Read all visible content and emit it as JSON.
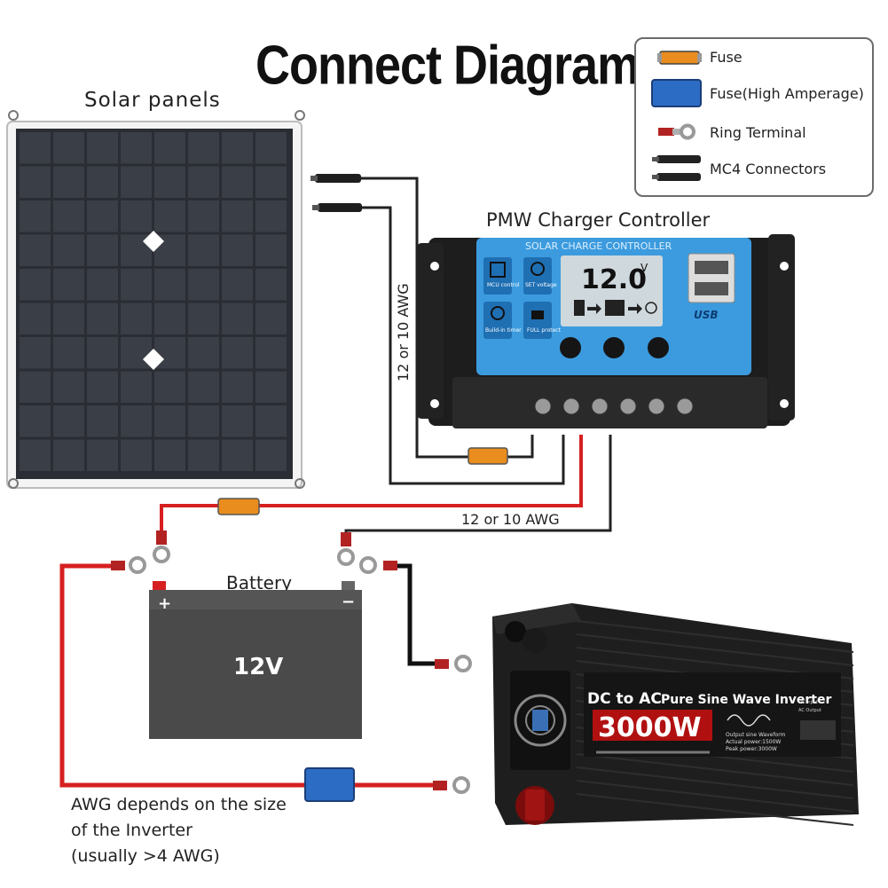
{
  "title": "Connect Diagram",
  "legend": {
    "fuse": "Fuse",
    "fuse_high": "Fuse(High Amperage)",
    "ring_terminal": "Ring Terminal",
    "mc4": "MC4 Connectors"
  },
  "labels": {
    "solar_panels": "Solar panels",
    "controller": "PMW Charger Controller",
    "wire_gauge_vertical": "12 or 10 AWG",
    "wire_gauge_horizontal": "12 or 10 AWG",
    "battery": "Battery"
  },
  "controller": {
    "header": "SOLAR CHARGE CONTROLLER",
    "display": "12.0",
    "display_unit": "V",
    "mcu": "MCU control",
    "set": "SET voltage",
    "timer": "Build-in timer",
    "full": "FULL protect",
    "usb": "USB"
  },
  "battery": {
    "voltage": "12V",
    "plus": "+",
    "minus": "−"
  },
  "inverter": {
    "line1": "DC to AC",
    "line1b": "Pure Sine Wave Inverter",
    "power": "3000W",
    "waveform": "Output sine Waveform",
    "actual": "Actual power:1500W",
    "peak": "Peak power:3000W",
    "dc_input": "DC Input",
    "ac_output": "AC Output"
  },
  "awg_note": {
    "line1": "AWG depends on the size",
    "line2": "of the Inverter",
    "line3": "(usually  >4 AWG)"
  }
}
